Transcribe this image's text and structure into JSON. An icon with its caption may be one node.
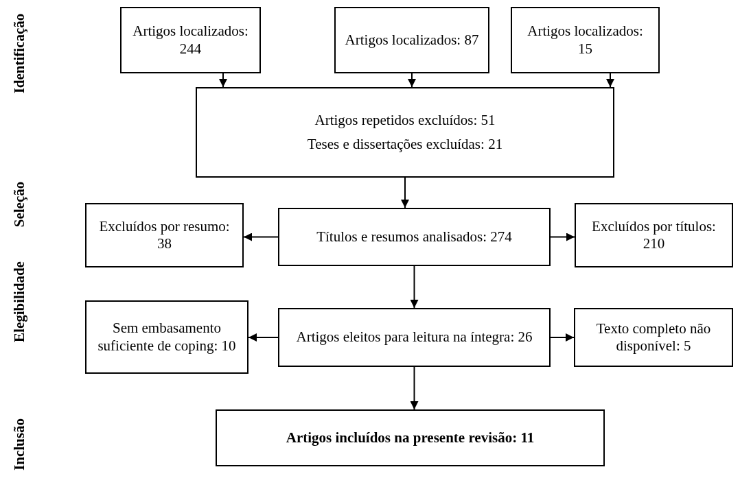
{
  "diagram": {
    "nodes": [
      {
        "text": [
          "Artigos localizados: 244"
        ]
      },
      {
        "text": [
          "Artigos localizados: 87"
        ]
      },
      {
        "text": [
          "Artigos localizados: 15"
        ]
      },
      {
        "text": [
          "Artigos repetidos excluídos: 51",
          "Teses e dissertações excluídas: 21"
        ]
      },
      {
        "text": [
          "Títulos e resumos analisados: 274"
        ]
      },
      {
        "text": [
          "Excluídos por resumo: 38"
        ]
      },
      {
        "text": [
          "Excluídos por títulos: 210"
        ]
      },
      {
        "text": [
          "Artigos eleitos para leitura na íntegra: 26"
        ]
      },
      {
        "text": [
          "Sem embasamento suficiente de coping: 10"
        ]
      },
      {
        "text": [
          "Texto completo não disponível: 5"
        ]
      },
      {
        "text": [
          "Artigos incluídos na presente revisão:  11"
        ]
      }
    ],
    "edges": [
      {
        "from": 0,
        "to": 3,
        "arrow": "to"
      },
      {
        "from": 1,
        "to": 3,
        "arrow": "to"
      },
      {
        "from": 2,
        "to": 3,
        "arrow": "to"
      },
      {
        "from": 3,
        "to": 4,
        "arrow": "to"
      },
      {
        "from": 4,
        "to": 5,
        "arrow": "to"
      },
      {
        "from": 4,
        "to": 6,
        "arrow": "to"
      },
      {
        "from": 4,
        "to": 7,
        "arrow": "to"
      },
      {
        "from": 7,
        "to": 8,
        "arrow": "to"
      },
      {
        "from": 7,
        "to": 9,
        "arrow": "to"
      },
      {
        "from": 7,
        "to": 10,
        "arrow": "to"
      }
    ],
    "labels": [
      "Identificação",
      "Seleção",
      "Elegibilidade",
      "Inclusão"
    ]
  }
}
